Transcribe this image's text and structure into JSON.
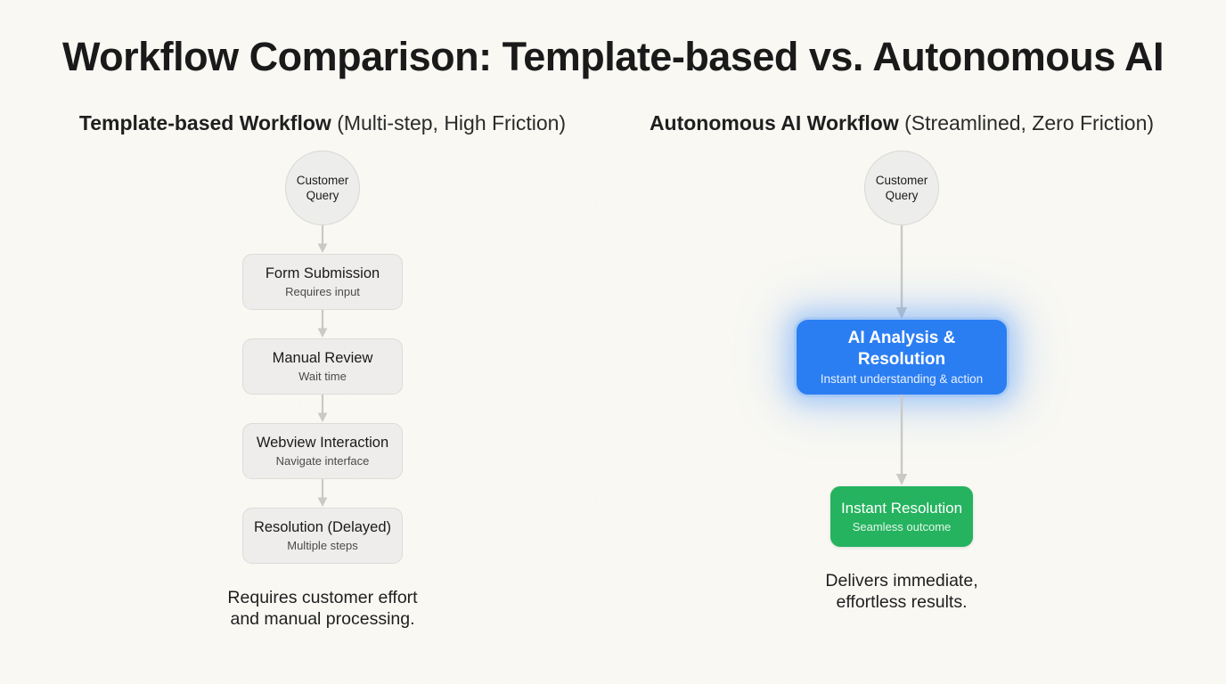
{
  "title": "Workflow Comparison: Template-based vs. Autonomous AI",
  "colors": {
    "background": "#f9f8f3",
    "node_fill": "#eeedeb",
    "node_border": "#dddcd8",
    "connector": "#c9c9c5",
    "accent_blue": "#2b7ef2",
    "accent_green": "#25b35f",
    "text": "#1a1a1a"
  },
  "columns": [
    {
      "id": "template-based",
      "header_strong": "Template-based Workflow",
      "header_light": "(Multi-step, High Friction)",
      "start_node": {
        "shape": "circle",
        "line1": "Customer",
        "line2": "Query"
      },
      "steps": [
        {
          "title": "Form Submission",
          "subtitle": "Requires input"
        },
        {
          "title": "Manual Review",
          "subtitle": "Wait time"
        },
        {
          "title": "Webview Interaction",
          "subtitle": "Navigate interface"
        },
        {
          "title": "Resolution (Delayed)",
          "subtitle": "Multiple steps"
        }
      ],
      "footnote": "Requires customer effort\nand manual processing."
    },
    {
      "id": "autonomous-ai",
      "header_strong": "Autonomous AI Workflow",
      "header_light": "(Streamlined, Zero Friction)",
      "start_node": {
        "shape": "circle",
        "line1": "Customer",
        "line2": "Query"
      },
      "steps": [
        {
          "title": "AI Analysis & Resolution",
          "subtitle": "Instant understanding & action",
          "style": "accent-blue"
        },
        {
          "title": "Instant Resolution",
          "subtitle": "Seamless outcome",
          "style": "accent-green"
        }
      ],
      "footnote": "Delivers immediate,\neffortless results."
    }
  ]
}
